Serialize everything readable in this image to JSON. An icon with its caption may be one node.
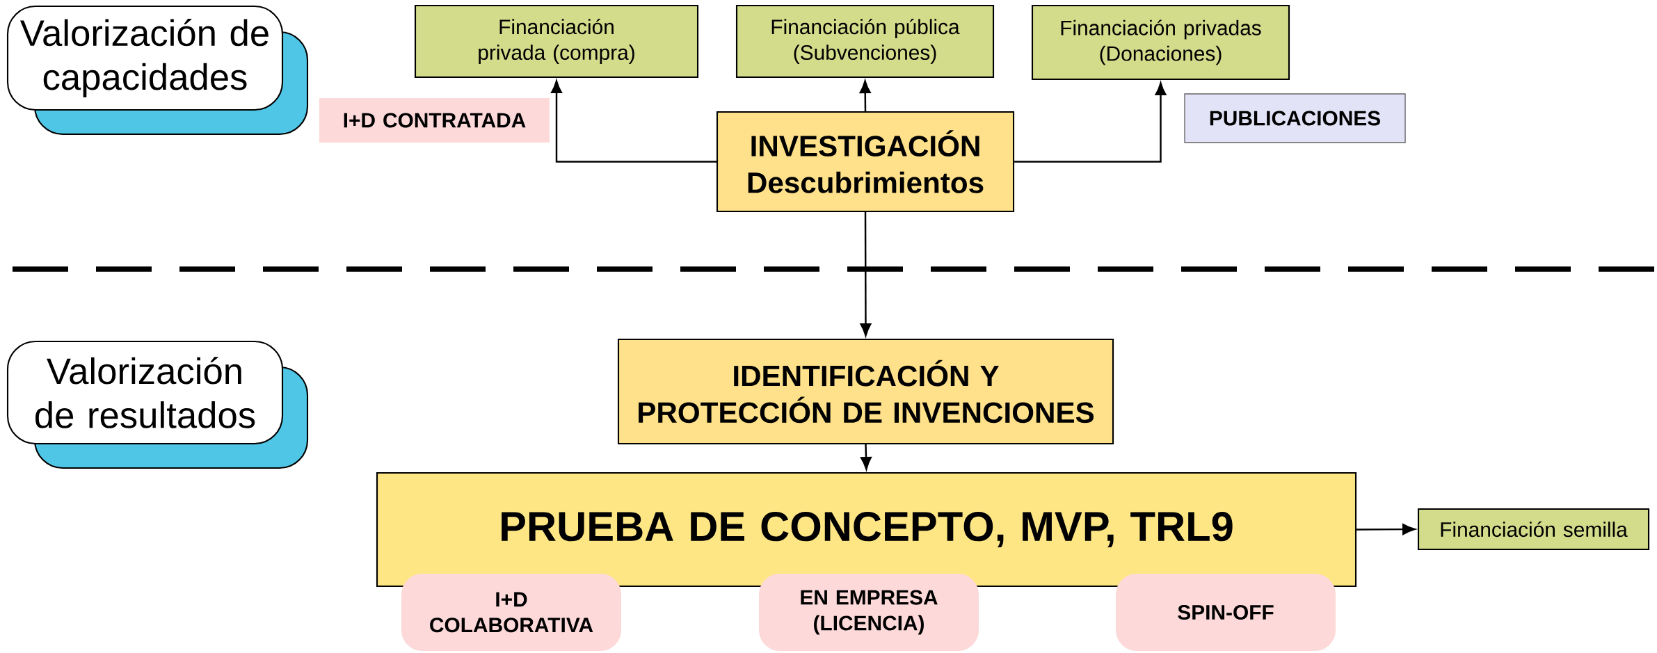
{
  "diagram": {
    "nodes": [
      {
        "text": [
          "Valorización de capacidades"
        ]
      },
      {
        "text": [
          "Financiación privada (compra)"
        ]
      },
      {
        "text": [
          "Financiación pública (Subvenciones)"
        ]
      },
      {
        "text": [
          "Financiación privadas (Donaciones)"
        ]
      },
      {
        "text": [
          "I+D CONTRATADA"
        ]
      },
      {
        "text": [
          "PUBLICACIONES"
        ]
      },
      {
        "text": [
          "INVESTIGACIÓN",
          "Descubrimientos"
        ]
      },
      {
        "text": [
          "Valorización de resultados"
        ]
      },
      {
        "text": [
          "IDENTIFICACIÓN Y PROTECCIÓN DE INVENCIONES"
        ]
      },
      {
        "text": [
          "PRUEBA DE CONCEPTO, MVP, TRL9"
        ]
      },
      {
        "text": [
          "Financiación semilla"
        ]
      },
      {
        "text": [
          "I+D COLABORATIVA"
        ]
      },
      {
        "text": [
          "EN EMPRESA (LICENCIA)"
        ]
      },
      {
        "text": [
          "SPIN-OFF"
        ]
      }
    ],
    "edges": [
      {
        "from": 6,
        "to": 1,
        "arrow": "to"
      },
      {
        "from": 6,
        "to": 2,
        "arrow": "to"
      },
      {
        "from": 6,
        "to": 3,
        "arrow": "to"
      },
      {
        "from": 6,
        "to": 8,
        "arrow": "to"
      },
      {
        "from": 8,
        "to": 9,
        "arrow": "to"
      },
      {
        "from": 9,
        "to": 10,
        "arrow": "to"
      }
    ]
  }
}
